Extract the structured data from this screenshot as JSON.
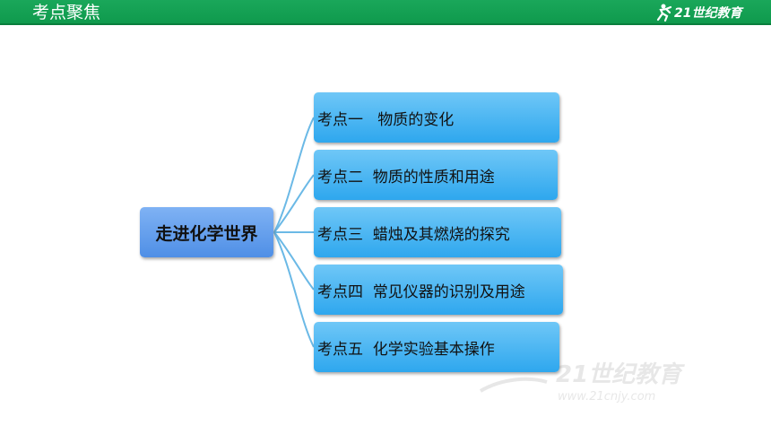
{
  "header": {
    "title": "考点聚焦",
    "logo_text": "21世纪教育",
    "logo_icon": "runner-logo-icon"
  },
  "mindmap": {
    "root": "走进化学世界",
    "branches": [
      "考点一   物质的变化",
      "考点二  物质的性质和用途",
      "考点三  蜡烛及其燃烧的探究",
      "考点四  常见仪器的识别及用途",
      "考点五  化学实验基本操作"
    ]
  },
  "watermark": {
    "text": "21世纪教育",
    "url_text": "www.21cnjy.com"
  },
  "colors": {
    "header": "#139f52",
    "root_box": "#5f9ceb",
    "branch_box": "#3caef0",
    "connector": "#6bb9e6"
  }
}
